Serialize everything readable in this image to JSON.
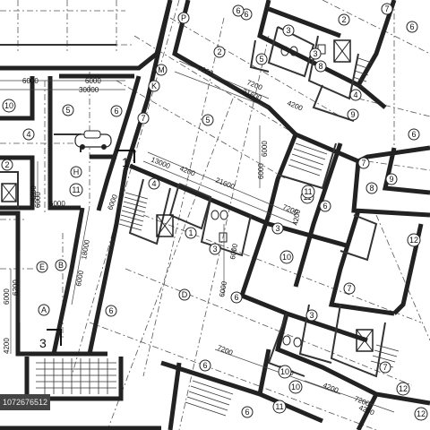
{
  "image_id": "1072676512",
  "dimensions": [
    {
      "id": "d1",
      "text": "30000"
    },
    {
      "id": "d2",
      "text": "6000"
    },
    {
      "id": "d3",
      "text": "6000"
    },
    {
      "id": "d4",
      "text": "7200"
    },
    {
      "id": "d5",
      "text": "21600"
    },
    {
      "id": "d6",
      "text": "7200"
    },
    {
      "id": "d7",
      "text": "4200"
    },
    {
      "id": "d8",
      "text": "13000"
    },
    {
      "id": "d9",
      "text": "4200"
    },
    {
      "id": "d10",
      "text": "21600"
    },
    {
      "id": "d11",
      "text": "7200"
    },
    {
      "id": "d12",
      "text": "6000"
    },
    {
      "id": "d13",
      "text": "18000"
    },
    {
      "id": "d14",
      "text": "6000"
    },
    {
      "id": "d15",
      "text": "4200"
    },
    {
      "id": "d16",
      "text": "6200"
    },
    {
      "id": "d17",
      "text": "6000"
    },
    {
      "id": "d18",
      "text": "6000"
    },
    {
      "id": "d19",
      "text": "7200"
    },
    {
      "id": "d20",
      "text": "7200"
    },
    {
      "id": "d21",
      "text": "4200"
    },
    {
      "id": "d22",
      "text": "7200"
    },
    {
      "id": "d23",
      "text": "4200"
    },
    {
      "id": "d24",
      "text": "6000"
    },
    {
      "id": "d25",
      "text": "6000"
    },
    {
      "id": "d26",
      "text": "4200"
    },
    {
      "id": "d27",
      "text": "6000"
    },
    {
      "id": "d28",
      "text": "4200"
    },
    {
      "id": "d29",
      "text": "6000"
    },
    {
      "id": "d30",
      "text": "6000"
    }
  ],
  "bubbles": [
    {
      "id": "b1",
      "text": "P"
    },
    {
      "id": "b2",
      "text": "6"
    },
    {
      "id": "b3",
      "text": "2"
    },
    {
      "id": "b4",
      "text": "M"
    },
    {
      "id": "b5",
      "text": "K"
    },
    {
      "id": "b6",
      "text": "7"
    },
    {
      "id": "b7",
      "text": "5"
    },
    {
      "id": "b8",
      "text": "6"
    },
    {
      "id": "b9",
      "text": "10"
    },
    {
      "id": "b10",
      "text": "4"
    },
    {
      "id": "b11",
      "text": "H"
    },
    {
      "id": "b12",
      "text": "11"
    },
    {
      "id": "b13",
      "text": "2"
    },
    {
      "id": "b14",
      "text": "E"
    },
    {
      "id": "b15",
      "text": "B"
    },
    {
      "id": "b16",
      "text": "A"
    },
    {
      "id": "b17",
      "text": "6"
    },
    {
      "id": "b18",
      "text": "5"
    },
    {
      "id": "b19",
      "text": "3"
    },
    {
      "id": "b20",
      "text": "4"
    },
    {
      "id": "b21",
      "text": "1"
    },
    {
      "id": "b22",
      "text": "3"
    },
    {
      "id": "b23",
      "text": "10"
    },
    {
      "id": "b24",
      "text": "11"
    },
    {
      "id": "b25",
      "text": "6"
    },
    {
      "id": "b26",
      "text": "7"
    },
    {
      "id": "b27",
      "text": "8"
    },
    {
      "id": "b28",
      "text": "9"
    },
    {
      "id": "b29",
      "text": "12"
    },
    {
      "id": "b30",
      "text": "6"
    },
    {
      "id": "b31",
      "text": "6"
    },
    {
      "id": "b32",
      "text": "5"
    },
    {
      "id": "b33",
      "text": "10"
    },
    {
      "id": "b34",
      "text": "8"
    },
    {
      "id": "b35",
      "text": "3"
    },
    {
      "id": "b36",
      "text": "7"
    },
    {
      "id": "b37",
      "text": "12"
    },
    {
      "id": "b38",
      "text": "2"
    },
    {
      "id": "b39",
      "text": "3"
    },
    {
      "id": "b40",
      "text": "6"
    },
    {
      "id": "b41",
      "text": "6"
    },
    {
      "id": "b42",
      "text": "7"
    },
    {
      "id": "b43",
      "text": "9"
    },
    {
      "id": "b44",
      "text": "4"
    },
    {
      "id": "b45",
      "text": "11"
    },
    {
      "id": "b46",
      "text": "12"
    },
    {
      "id": "b47",
      "text": "7"
    },
    {
      "id": "b48",
      "text": "6"
    },
    {
      "id": "b49",
      "text": "10"
    },
    {
      "id": "b50",
      "text": "11"
    },
    {
      "id": "b51",
      "text": "3"
    },
    {
      "id": "b52",
      "text": "D"
    },
    {
      "id": "b53",
      "text": "6"
    }
  ],
  "section_marks": [
    {
      "id": "s1",
      "text": "1"
    },
    {
      "id": "s2",
      "text": "3"
    }
  ],
  "watermark_id_label": "1072676512"
}
